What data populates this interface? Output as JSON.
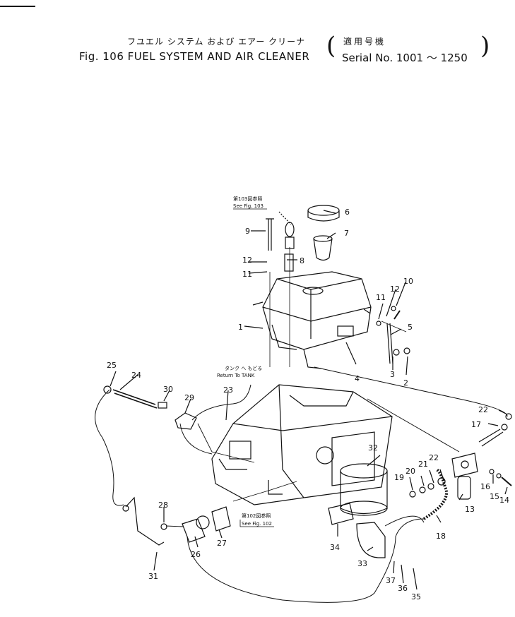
{
  "header": {
    "title_jp": "フユエル システム および エアー クリーナ",
    "title_en": "Fig. 106 FUEL SYSTEM AND AIR CLEANER",
    "serial_jp": "適用号機",
    "serial_en": "Serial No. 1001 ～ 1250"
  },
  "notes": {
    "fig103_jp": "第103図参照",
    "fig103_en": "See Fig. 103",
    "return_jp": "タンク へ もどる",
    "return_en": "Return To TANK",
    "fig102_jp": "第102図参照",
    "fig102_en": "See Fig. 102"
  },
  "callouts": [
    "1",
    "2",
    "3",
    "4",
    "5",
    "6",
    "7",
    "8",
    "9",
    "10",
    "11",
    "11",
    "12",
    "12",
    "13",
    "14",
    "15",
    "16",
    "17",
    "18",
    "19",
    "20",
    "21",
    "22",
    "22",
    "23",
    "24",
    "25",
    "26",
    "27",
    "28",
    "29",
    "30",
    "31",
    "32",
    "33",
    "34",
    "35",
    "36",
    "37"
  ]
}
